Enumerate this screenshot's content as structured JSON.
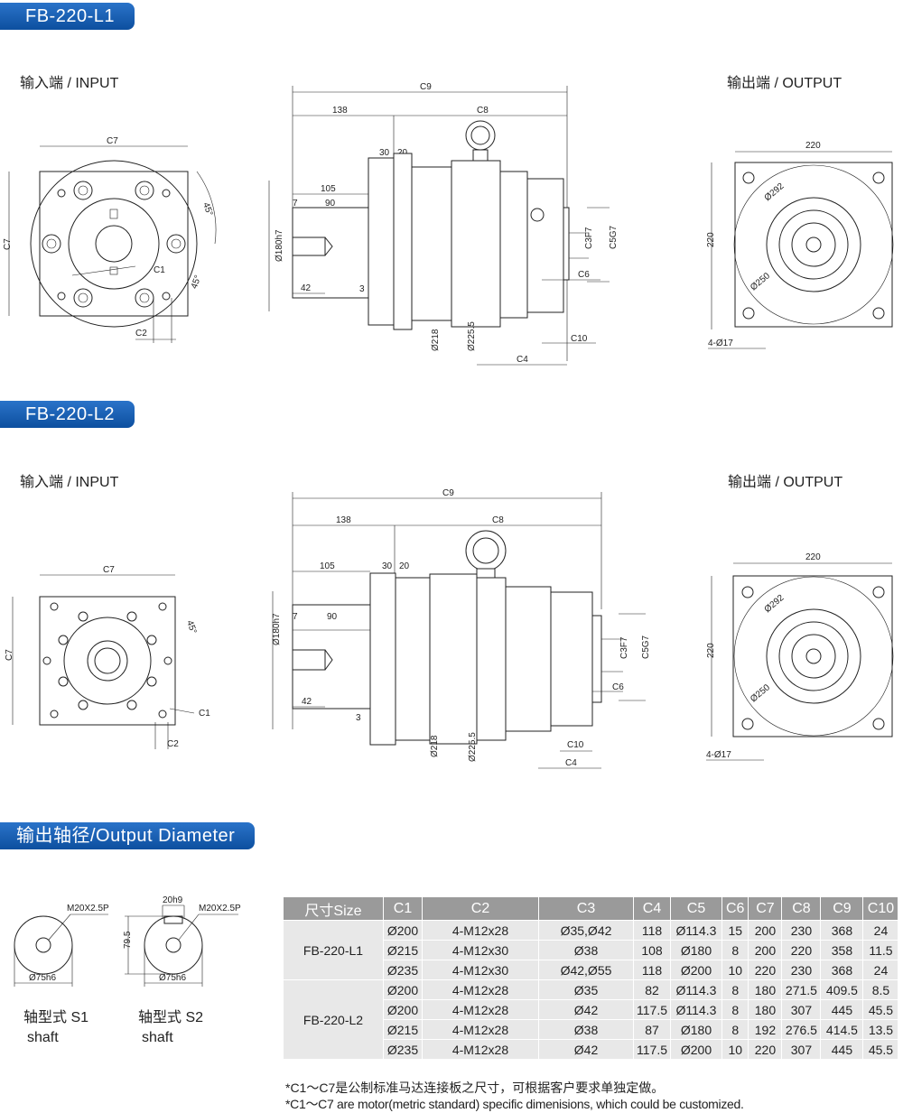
{
  "sections": {
    "l1_title": "FB-220-L1",
    "l2_title": "FB-220-L2",
    "output_diameter_title": "输出轴径/Output Diameter"
  },
  "labels": {
    "input": "输入端 / INPUT",
    "output": "输出端 / OUTPUT"
  },
  "dims": {
    "C1": "C1",
    "C2": "C2",
    "C4": "C4",
    "C6": "C6",
    "C7": "C7",
    "C8": "C8",
    "C9": "C9",
    "C10": "C10",
    "C3F7": "C3F7",
    "C5G7": "C5G7",
    "deg45": "45°",
    "d138": "138",
    "d105": "105",
    "d90": "90",
    "d7": "7",
    "d42": "42",
    "d3": "3",
    "d30": "30",
    "d20": "20",
    "d180h7": "Ø180h7",
    "d218": "Ø218",
    "d2255": "Ø225.5",
    "d220": "220",
    "d292": "Ø292",
    "d250": "Ø250",
    "holes": "4-Ø17",
    "m20": "M20X2.5P",
    "d20h9": "20h9",
    "d795": "79.5",
    "d75h6": "Ø75h6"
  },
  "shafts": {
    "s1": {
      "name": "轴型式 S1",
      "sub": "shaft"
    },
    "s2": {
      "name": "轴型式 S2",
      "sub": "shaft"
    }
  },
  "table": {
    "headers": [
      "尺寸Size",
      "C1",
      "C2",
      "C3",
      "C4",
      "C5",
      "C6",
      "C7",
      "C8",
      "C9",
      "C10"
    ],
    "groups": [
      {
        "model": "FB-220-L1",
        "rows": [
          [
            "Ø200",
            "4-M12x28",
            "Ø35,Ø42",
            "118",
            "Ø114.3",
            "15",
            "200",
            "230",
            "368",
            "24"
          ],
          [
            "Ø215",
            "4-M12x30",
            "Ø38",
            "108",
            "Ø180",
            "8",
            "200",
            "220",
            "358",
            "11.5"
          ],
          [
            "Ø235",
            "4-M12x30",
            "Ø42,Ø55",
            "118",
            "Ø200",
            "10",
            "220",
            "230",
            "368",
            "24"
          ]
        ]
      },
      {
        "model": "FB-220-L2",
        "rows": [
          [
            "Ø200",
            "4-M12x28",
            "Ø35",
            "82",
            "Ø114.3",
            "8",
            "180",
            "271.5",
            "409.5",
            "8.5"
          ],
          [
            "Ø200",
            "4-M12x28",
            "Ø42",
            "117.5",
            "Ø114.3",
            "8",
            "180",
            "307",
            "445",
            "45.5"
          ],
          [
            "Ø215",
            "4-M12x28",
            "Ø38",
            "87",
            "Ø180",
            "8",
            "192",
            "276.5",
            "414.5",
            "13.5"
          ],
          [
            "Ø235",
            "4-M12x28",
            "Ø42",
            "117.5",
            "Ø200",
            "10",
            "220",
            "307",
            "445",
            "45.5"
          ]
        ]
      }
    ]
  },
  "notes": {
    "cn": "*C1～C7是公制标准马达连接板之尺寸，可根据客户要求单独定做。",
    "en": "*C1～C7 are motor(metric standard) specific dimenisions, which could be customized."
  }
}
